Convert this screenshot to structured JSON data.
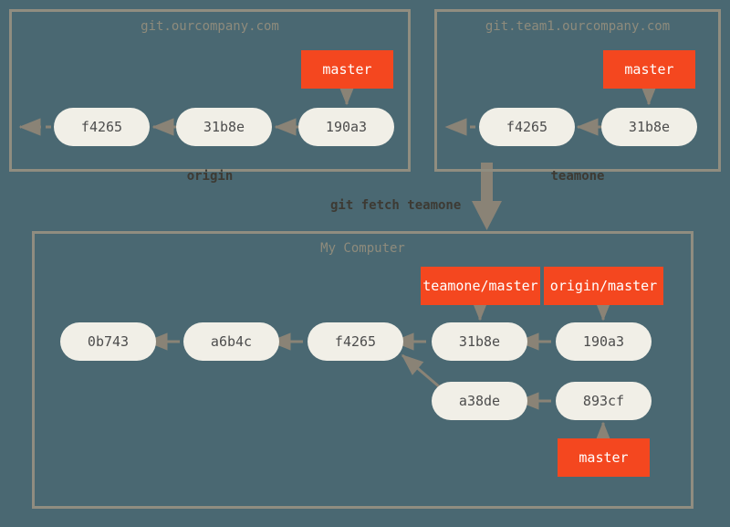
{
  "diagram": {
    "title": "git fetch teamone",
    "background_color": "#4a6872",
    "frame_border_color": "#908d80",
    "commit_color": "#f1efe7",
    "ref_color": "#f4471f",
    "arrow_color": "#8a8376",
    "title_text_color": "#8e8b7c",
    "caption_text_color": "#3d3a33"
  },
  "repos": {
    "origin": {
      "title": "git.ourcompany.com",
      "caption": "origin",
      "commits": [
        {
          "id": "f4265"
        },
        {
          "id": "31b8e"
        },
        {
          "id": "190a3"
        }
      ],
      "refs": [
        {
          "label": "master",
          "points_to": "190a3"
        }
      ]
    },
    "teamone": {
      "title": "git.team1.ourcompany.com",
      "caption": "teamone",
      "commits": [
        {
          "id": "f4265"
        },
        {
          "id": "31b8e"
        }
      ],
      "refs": [
        {
          "label": "master",
          "points_to": "31b8e"
        }
      ]
    },
    "local": {
      "title": "My Computer",
      "caption": "",
      "commits": [
        {
          "id": "0b743"
        },
        {
          "id": "a6b4c"
        },
        {
          "id": "f4265"
        },
        {
          "id": "31b8e"
        },
        {
          "id": "190a3"
        },
        {
          "id": "a38de"
        },
        {
          "id": "893cf"
        }
      ],
      "refs": [
        {
          "label": "teamone/master",
          "points_to": "31b8e"
        },
        {
          "label": "origin/master",
          "points_to": "190a3"
        },
        {
          "label": "master",
          "points_to": "893cf"
        }
      ]
    }
  },
  "command": {
    "label": "git fetch teamone"
  }
}
